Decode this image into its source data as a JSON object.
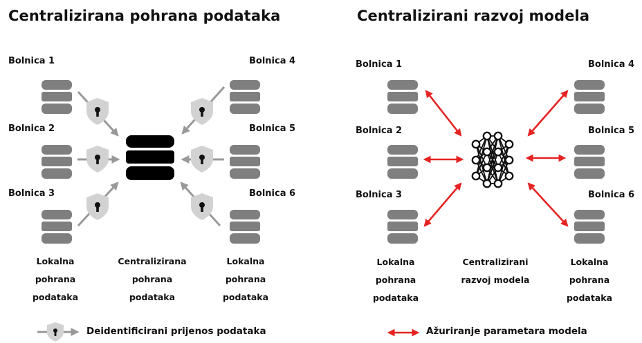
{
  "left": {
    "title": "Centralizirana pohrana podataka",
    "hospitals": [
      "Bolnica 1",
      "Bolnica 2",
      "Bolnica 3",
      "Bolnica 4",
      "Bolnica 5",
      "Bolnica 6"
    ],
    "caption_local_left": [
      "Lokalna",
      "pohrana",
      "podataka"
    ],
    "caption_center": [
      "Centralizirana",
      "pohrana",
      "podataka"
    ],
    "caption_local_right": [
      "Lokalna",
      "pohrana",
      "podataka"
    ],
    "legend": "Deidentificirani prijenos podataka"
  },
  "right": {
    "title": "Centralizirani razvoj modela",
    "hospitals": [
      "Bolnica 1",
      "Bolnica 2",
      "Bolnica 3",
      "Bolnica 4",
      "Bolnica 5",
      "Bolnica 6"
    ],
    "caption_local_left": [
      "Lokalna",
      "pohrana",
      "podataka"
    ],
    "caption_center": [
      "Centralizirani",
      "razvoj modela"
    ],
    "caption_local_right": [
      "Lokalna",
      "pohrana",
      "podataka"
    ],
    "legend": "Ažuriranje parametara modela"
  },
  "colors": {
    "db_gray": "#7f7f7f",
    "db_black": "#000000",
    "shield": "#d2d2d2",
    "arrow_gray": "#999999",
    "arrow_red": "#e52222"
  }
}
